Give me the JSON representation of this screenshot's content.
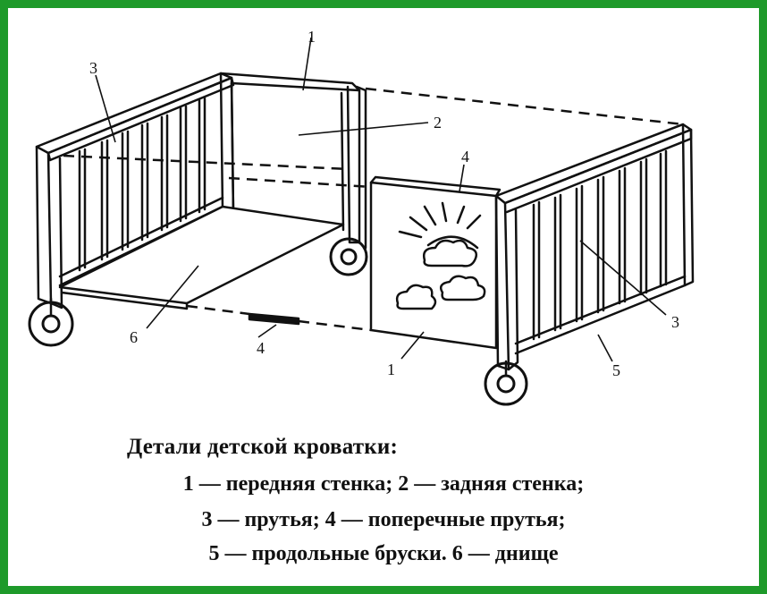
{
  "diagram": {
    "labels": {
      "front_top": "1",
      "front_bottom": "1",
      "back_wall": "2",
      "bars_left": "3",
      "bars_right": "3",
      "cross_top": "4",
      "cross_bottom": "4",
      "long_beam": "5",
      "bottom": "6"
    }
  },
  "caption": {
    "title": "Детали детской кроватки:",
    "line1": "1 — передняя стенка;  2 — задняя стенка;",
    "line2": "3 — прутья; 4 — поперечные прутья;",
    "line3": "5 — продольные бруски.  6 — днище"
  },
  "colors": {
    "frame": "#1e9a2a",
    "ink": "#111111"
  }
}
